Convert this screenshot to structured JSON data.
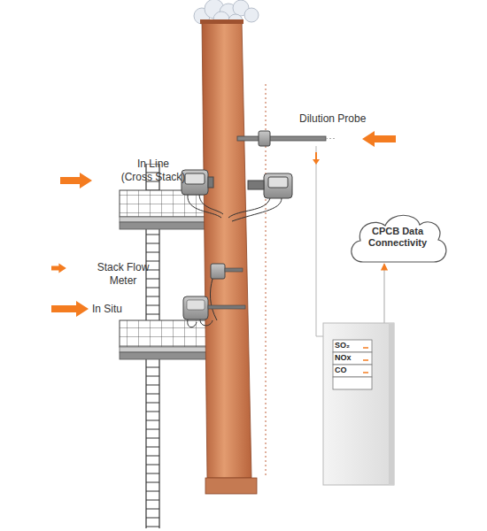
{
  "diagram": {
    "nodes": [
      {
        "text": [
          "CPCB Data Connectivity"
        ]
      },
      {
        "text": []
      },
      {
        "text": [
          "SO₂"
        ],
        "in": 1
      },
      {
        "text": [
          "NOx"
        ],
        "in": 1
      },
      {
        "text": [
          "CO"
        ],
        "in": 1
      }
    ],
    "edges": [
      {
        "from": 1,
        "to": 0,
        "arrow": "to"
      }
    ],
    "labels": [
      "Dilution Probe",
      "In Line (Cross Stack)",
      "Stack Flow Meter",
      "In Situ"
    ]
  }
}
